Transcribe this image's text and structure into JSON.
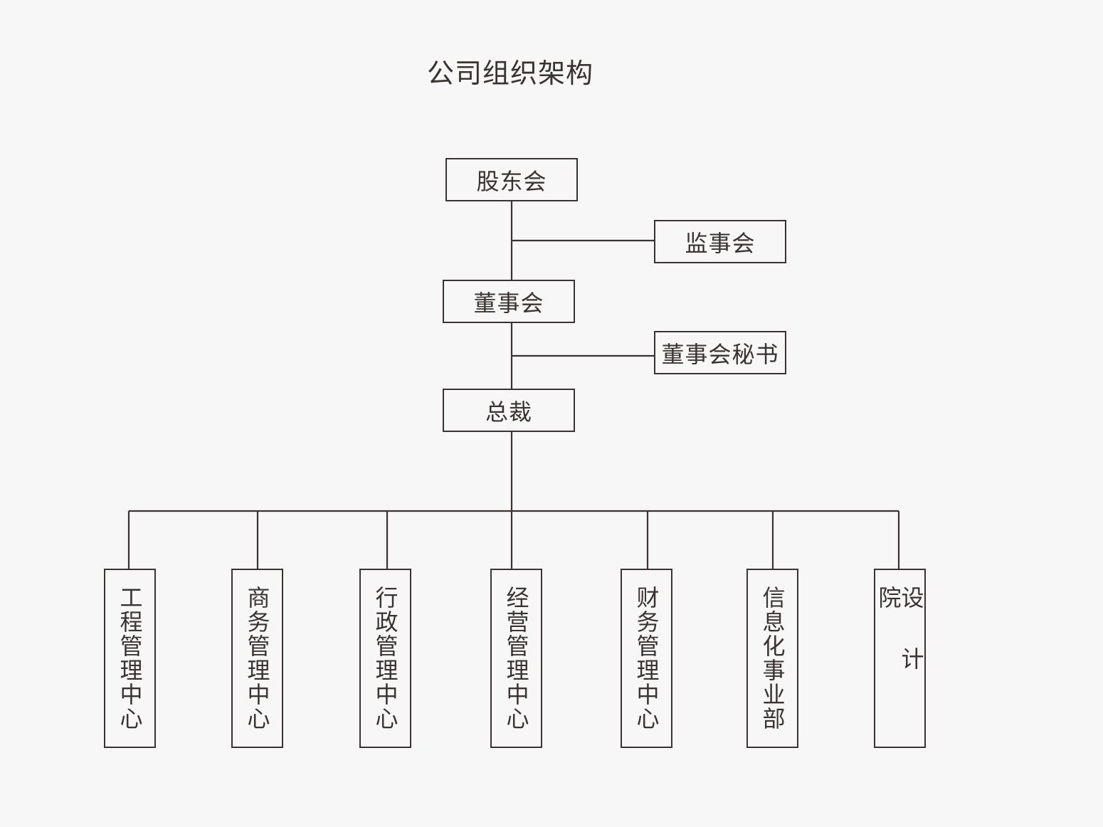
{
  "title": "公司组织架构",
  "nodes": {
    "shareholders": "股东会",
    "supervisors": "监事会",
    "board": "董事会",
    "board_secretary": "董事会秘书",
    "president": "总裁"
  },
  "departments": [
    "工程管理中心",
    "商务管理中心",
    "行政管理中心",
    "经营管理中心",
    "财务管理中心",
    "信息化事业部",
    "设计院"
  ],
  "colors": {
    "background": "#f7f7f7",
    "line": "#3a3331",
    "text": "#3a3331"
  }
}
